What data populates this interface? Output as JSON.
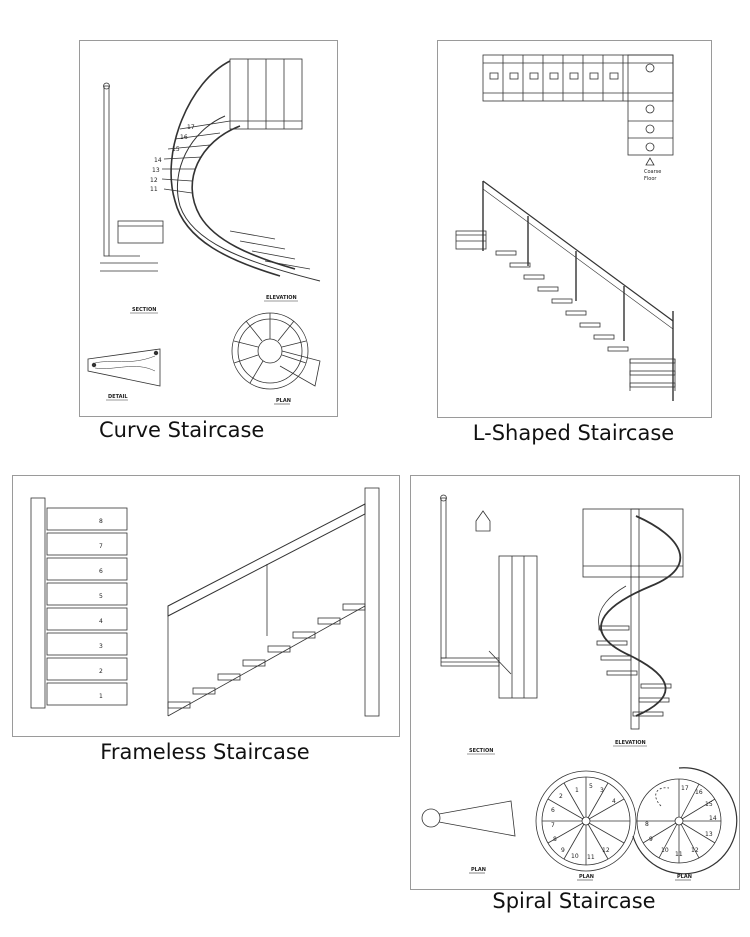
{
  "captions": {
    "curve": "Curve Staircase",
    "lshaped": "L-Shaped Staircase",
    "frameless": "Frameless Staircase",
    "spiral": "Spiral Staircase"
  },
  "curve_labels": {
    "section": "SECTION",
    "elevation": "ELEVATION",
    "detail": "DETAIL",
    "plan": "PLAN"
  },
  "curve_step_numbers": [
    "17",
    "16",
    "15",
    "14",
    "13",
    "12",
    "11"
  ],
  "lshaped_labels": {
    "arrow_note_line1": "Coarse",
    "arrow_note_line2": "Floor"
  },
  "frameless_tread_numbers": [
    "8",
    "7",
    "6",
    "5",
    "4",
    "3",
    "2",
    "1"
  ],
  "spiral_labels": {
    "section": "SECTION",
    "elevation": "ELEVATION",
    "plan_left": "PLAN",
    "plan_mid": "PLAN",
    "plan_right": "PLAN"
  },
  "spiral_plan_numbers": [
    "1",
    "2",
    "3",
    "4",
    "5",
    "6",
    "7",
    "8",
    "9",
    "10",
    "11",
    "12"
  ],
  "spiral_plan_right_numbers": [
    "8",
    "9",
    "10",
    "11",
    "12",
    "13",
    "14",
    "15",
    "16",
    "17"
  ]
}
